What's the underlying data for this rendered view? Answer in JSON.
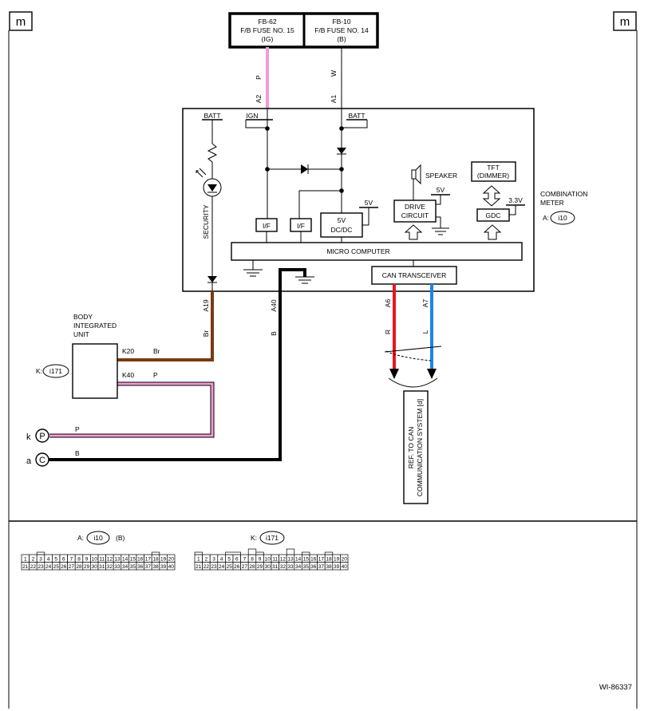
{
  "corner_marks": {
    "left": "m",
    "right": "m"
  },
  "fuses": [
    {
      "line1": "FB-62",
      "line2": "F/B FUSE NO. 15",
      "line3": "(IG)"
    },
    {
      "line1": "FB-10",
      "line2": "F/B FUSE NO. 14",
      "line3": "(B)"
    }
  ],
  "wires": {
    "top_left": {
      "color_code": "P",
      "pin": "A2"
    },
    "top_right": {
      "color_code": "W",
      "pin": "A1"
    },
    "security": {
      "pin": "A19",
      "color_code": "Br"
    },
    "ground": {
      "pin": "A40",
      "color_code": "B"
    },
    "can_high": {
      "pin": "A6",
      "color_code": "R"
    },
    "can_low": {
      "pin": "A7",
      "color_code": "L"
    }
  },
  "meter": {
    "batt_left": "BATT",
    "ign": "IGN",
    "batt_right": "BATT",
    "security": "SECURITY",
    "if1": "I/F",
    "if2": "I/F",
    "dcdc_line1": "5V",
    "dcdc_line2": "DC/DC",
    "v5_dcdc": "5V",
    "speaker": "SPEAKER",
    "v5_drive": "5V",
    "drive_line1": "DRIVE",
    "drive_line2": "CIRCUIT",
    "tft_line1": "TFT",
    "tft_line2": "(DIMMER)",
    "v33": "3.3V",
    "gdc": "GDC",
    "micro": "MICRO COMPUTER",
    "can": "CAN TRANSCEIVER",
    "name_line1": "COMBINATION",
    "name_line2": "METER",
    "conn_prefix": "A:",
    "conn_id": "i10"
  },
  "body_unit": {
    "line1": "BODY",
    "line2": "INTEGRATED",
    "line3": "UNIT",
    "k20": "K20",
    "k20_color": "Br",
    "k40": "K40",
    "k40_color": "P",
    "conn_prefix": "K:",
    "conn_id": "i171"
  },
  "junctions": [
    {
      "letter": "k",
      "symbol": "P",
      "color_code": "P"
    },
    {
      "letter": "a",
      "symbol": "C",
      "color_code": "B"
    }
  ],
  "ref_can": {
    "line1": "REF. TO CAN",
    "line2": "COMMUNICATION SYSTEM [d]"
  },
  "connectors": {
    "a": {
      "prefix": "A:",
      "id": "i10",
      "suffix": "(B)",
      "row1": [
        "1",
        "2",
        "3",
        "4",
        "5",
        "6",
        "7",
        "8",
        "9",
        "10",
        "11",
        "12",
        "13",
        "14",
        "15",
        "16",
        "17",
        "18",
        "19",
        "20"
      ],
      "row2": [
        "21",
        "22",
        "23",
        "24",
        "25",
        "26",
        "27",
        "28",
        "29",
        "30",
        "31",
        "32",
        "33",
        "34",
        "35",
        "36",
        "37",
        "38",
        "39",
        "40"
      ]
    },
    "k": {
      "prefix": "K:",
      "id": "i171",
      "row1": [
        "1",
        "2",
        "3",
        "4",
        "5",
        "6",
        "7",
        "8",
        "9",
        "10",
        "11",
        "12",
        "13",
        "14",
        "15",
        "16",
        "17",
        "18",
        "19",
        "20"
      ],
      "row2": [
        "21",
        "22",
        "23",
        "24",
        "25",
        "26",
        "27",
        "28",
        "29",
        "30",
        "31",
        "32",
        "33",
        "34",
        "35",
        "36",
        "37",
        "38",
        "39",
        "40"
      ]
    }
  },
  "figure_id": "WI-86337",
  "colors": {
    "pink": "#f29bd6",
    "brown": "#7a3a12",
    "red": "#e8161e",
    "blue": "#1c86e8",
    "black": "#000000"
  }
}
